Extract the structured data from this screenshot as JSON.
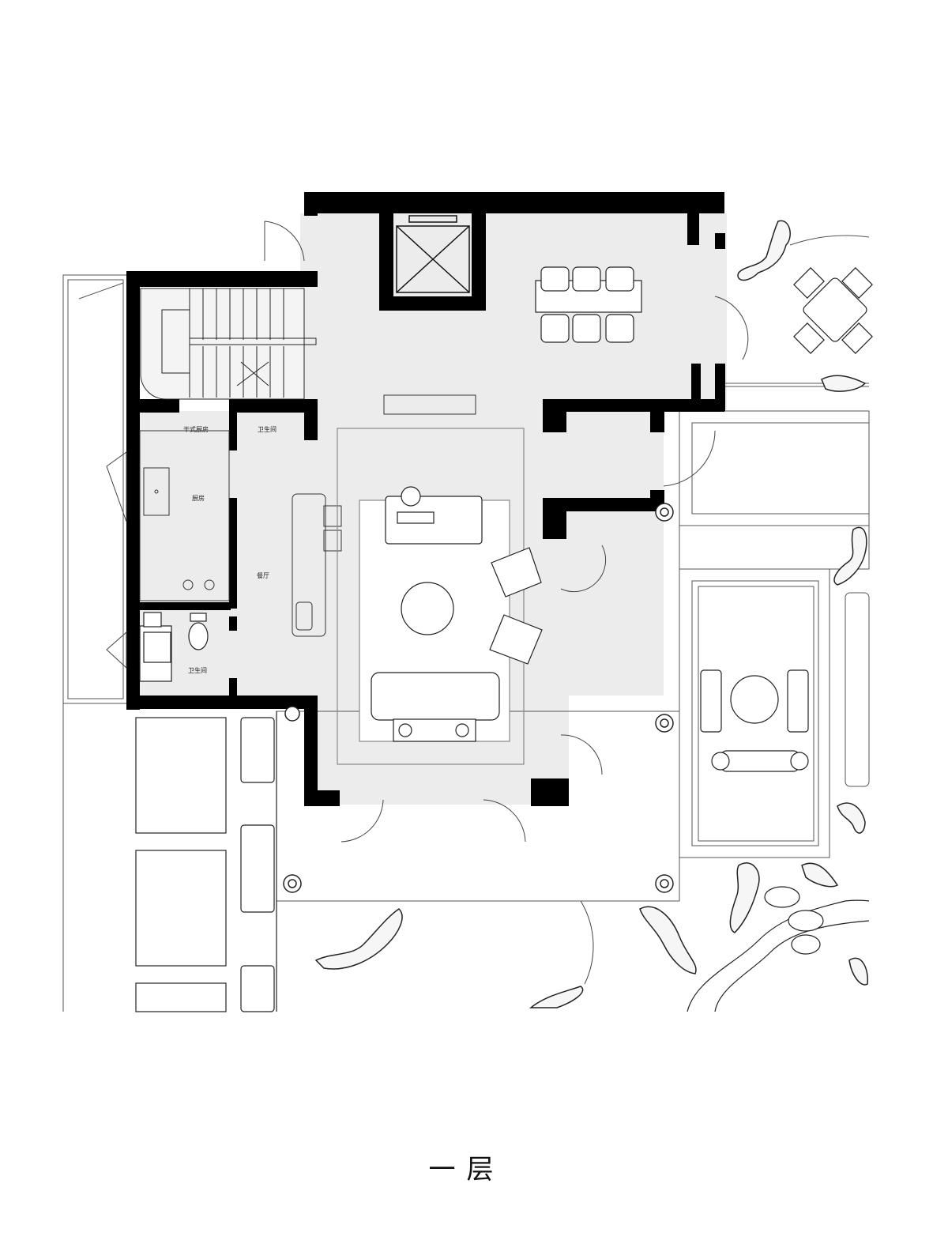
{
  "floor_title": "一层",
  "room_labels": {
    "kitchen_top": "干式厨房",
    "kitchen": "厨房",
    "bath_room": "卫生间",
    "corridor": "餐厅",
    "toilet": "卫生间"
  },
  "colors": {
    "wall": "#000000",
    "floor": "#ececec",
    "line": "#333333",
    "paper": "#ffffff"
  }
}
